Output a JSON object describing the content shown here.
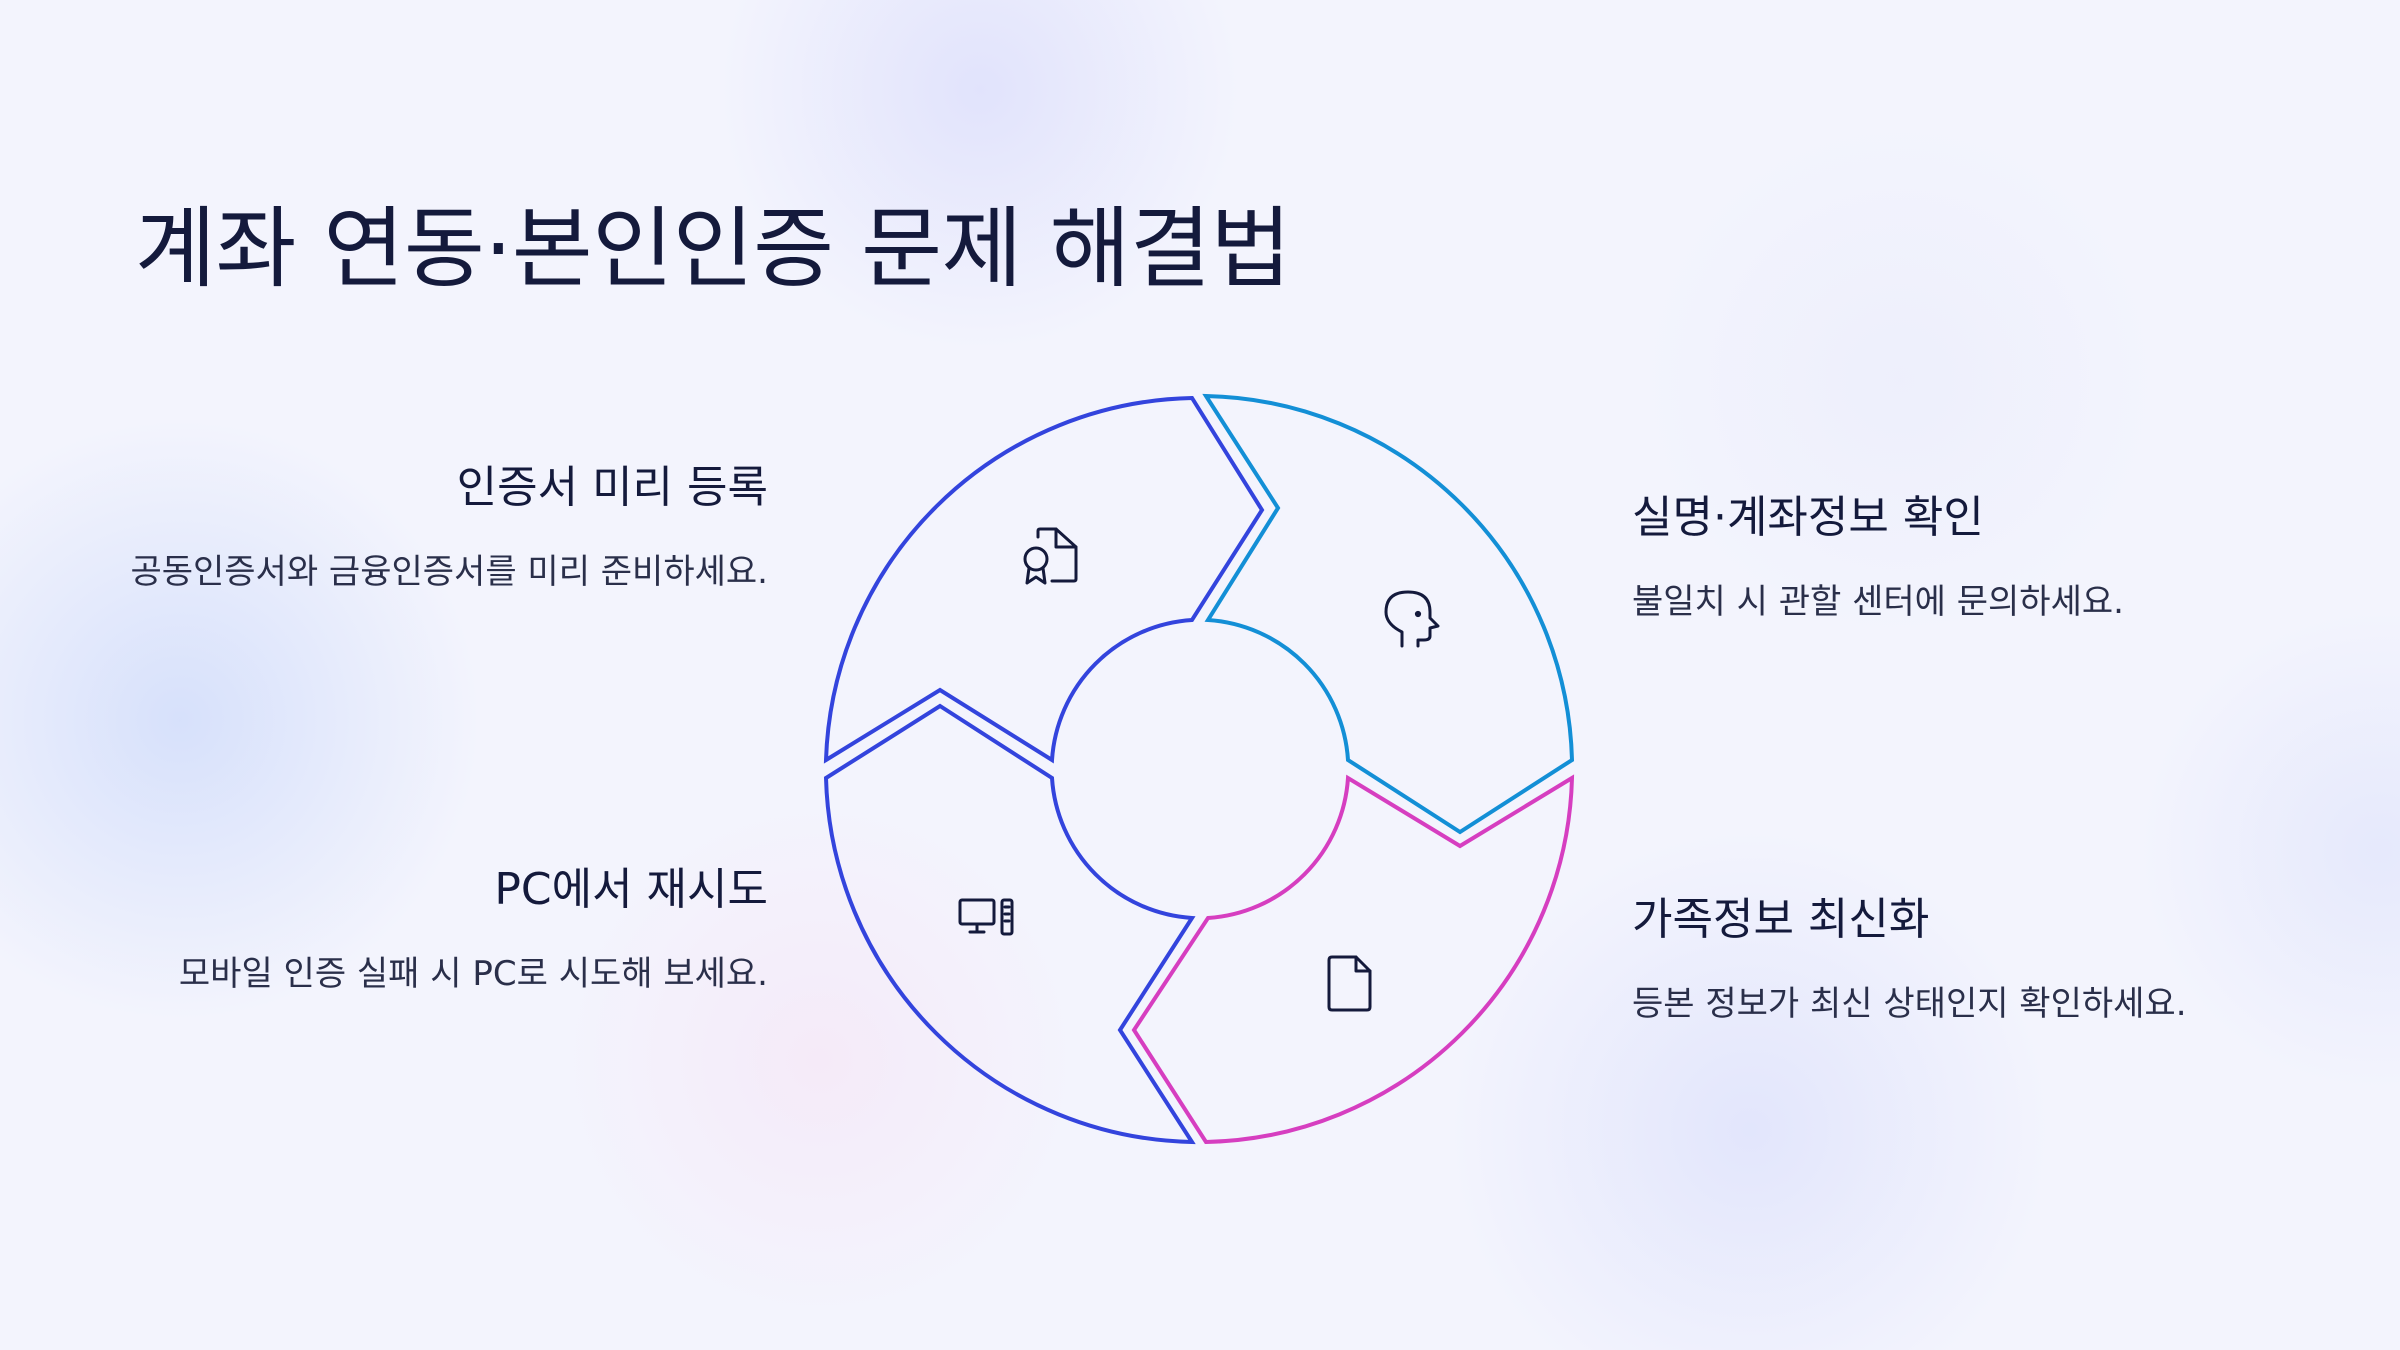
{
  "title": "계좌 연동·본인인증 문제 해결법",
  "steps": [
    {
      "title": "인증서 미리 등록",
      "description": "공동인증서와 금융인증서를 미리 준비하세요.",
      "icon": "certificate-icon",
      "color": "#3344dd"
    },
    {
      "title": "실명·계좌정보 확인",
      "description": "불일치 시 관할 센터에 문의하세요.",
      "icon": "person-head-icon",
      "color": "#138fd6"
    },
    {
      "title": "가족정보 최신화",
      "description": "등본 정보가 최신 상태인지 확인하세요.",
      "icon": "document-icon",
      "color": "#d63ec0"
    },
    {
      "title": "PC에서 재시도",
      "description": "모바일 인증 실패 시 PC로 시도해 보세요.",
      "icon": "desktop-computer-icon",
      "color": "#3344dd"
    }
  ]
}
